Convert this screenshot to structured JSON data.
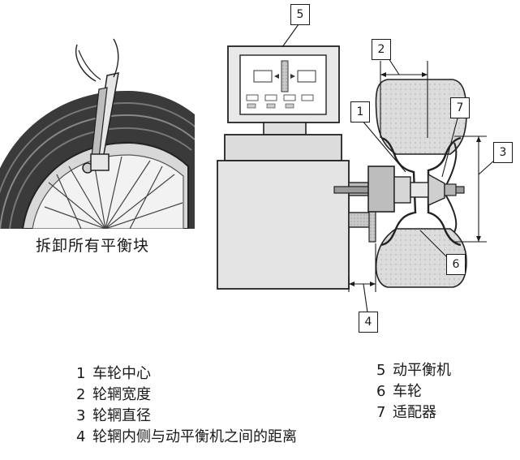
{
  "left_caption": "拆卸所有平衡块",
  "callouts": [
    "5",
    "2",
    "1",
    "7",
    "3",
    "6",
    "4"
  ],
  "legend_left": [
    {
      "num": "1",
      "text": "车轮中心"
    },
    {
      "num": "2",
      "text": "轮辋宽度"
    },
    {
      "num": "3",
      "text": "轮辋直径"
    },
    {
      "num": "4",
      "text": "轮辋内侧与动平衡机之间的距离"
    }
  ],
  "legend_right": [
    {
      "num": "5",
      "text": "动平衡机"
    },
    {
      "num": "6",
      "text": "车轮"
    },
    {
      "num": "7",
      "text": "适配器"
    }
  ]
}
